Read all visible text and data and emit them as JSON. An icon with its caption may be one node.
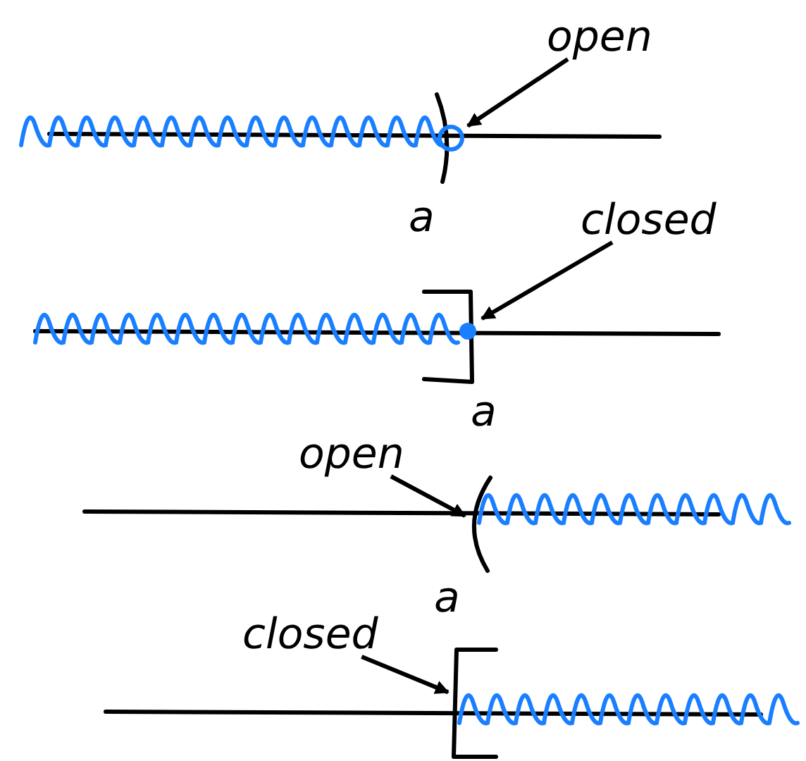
{
  "diagram": {
    "nodes": [
      {
        "text": [
          "open"
        ]
      },
      {
        "text": [],
        "shape": "circle"
      },
      {
        "text": [
          "closed"
        ]
      },
      {
        "text": [],
        "shape": "dot"
      },
      {
        "text": [
          "open"
        ]
      },
      {
        "text": [],
        "shape": "parenthesis"
      },
      {
        "text": [
          "closed"
        ]
      },
      {
        "text": [],
        "shape": "bracket"
      }
    ],
    "edges": [
      {
        "from": 0,
        "to": 1,
        "arrow": "to"
      },
      {
        "from": 2,
        "to": 3,
        "arrow": "to"
      },
      {
        "from": 4,
        "to": 5,
        "arrow": "to"
      },
      {
        "from": 6,
        "to": 7,
        "arrow": "to"
      }
    ],
    "labels": [
      "a",
      "a",
      "a"
    ]
  }
}
